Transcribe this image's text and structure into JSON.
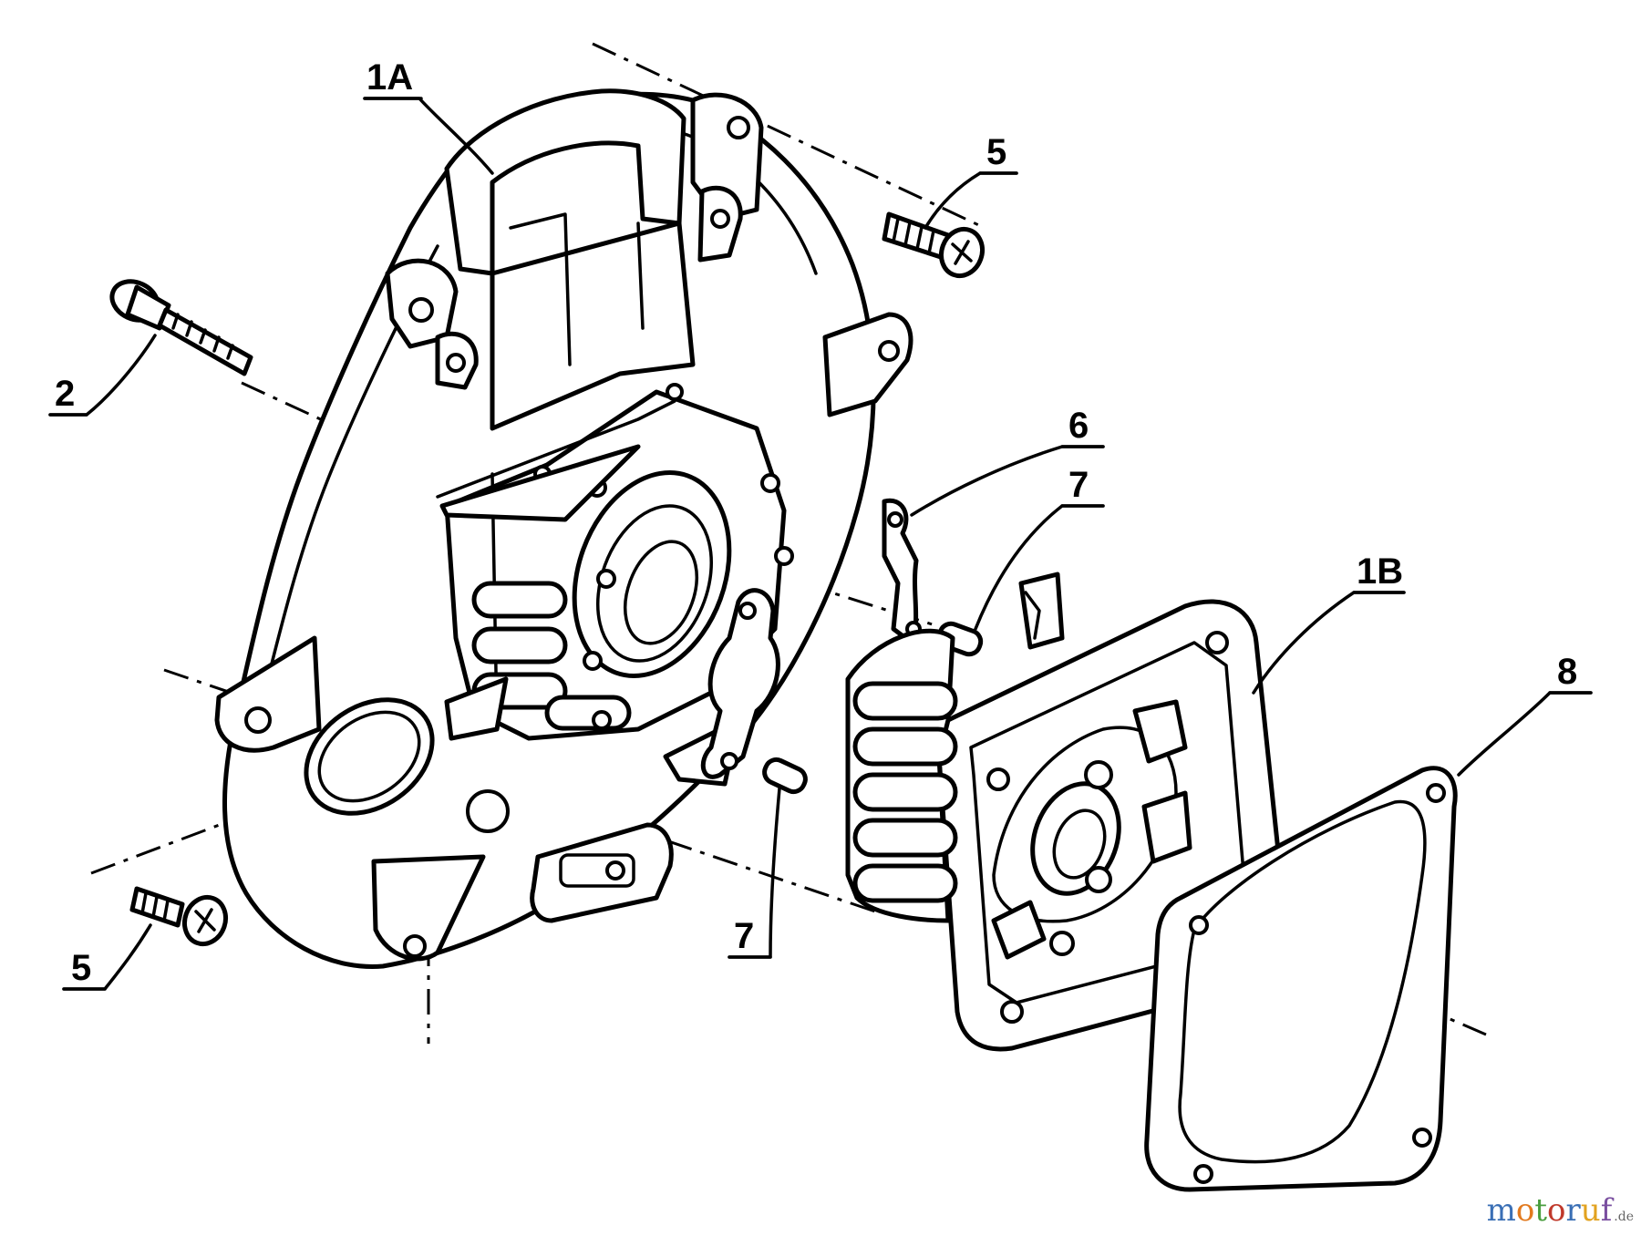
{
  "labels": {
    "part_1a": "1A",
    "part_1b": "1B",
    "part_2": "2",
    "part_5_top": "5",
    "part_5_bottom": "5",
    "part_6": "6",
    "part_7_upper": "7",
    "part_7_lower": "7",
    "part_8": "8"
  },
  "watermark": {
    "name": "motoruf",
    "tld": ".de",
    "letter_colors": [
      "#3a6fb5",
      "#e27a1f",
      "#4a9e3f",
      "#c0392b",
      "#3a6fb5",
      "#e2a21f",
      "#7a4fa0"
    ]
  }
}
